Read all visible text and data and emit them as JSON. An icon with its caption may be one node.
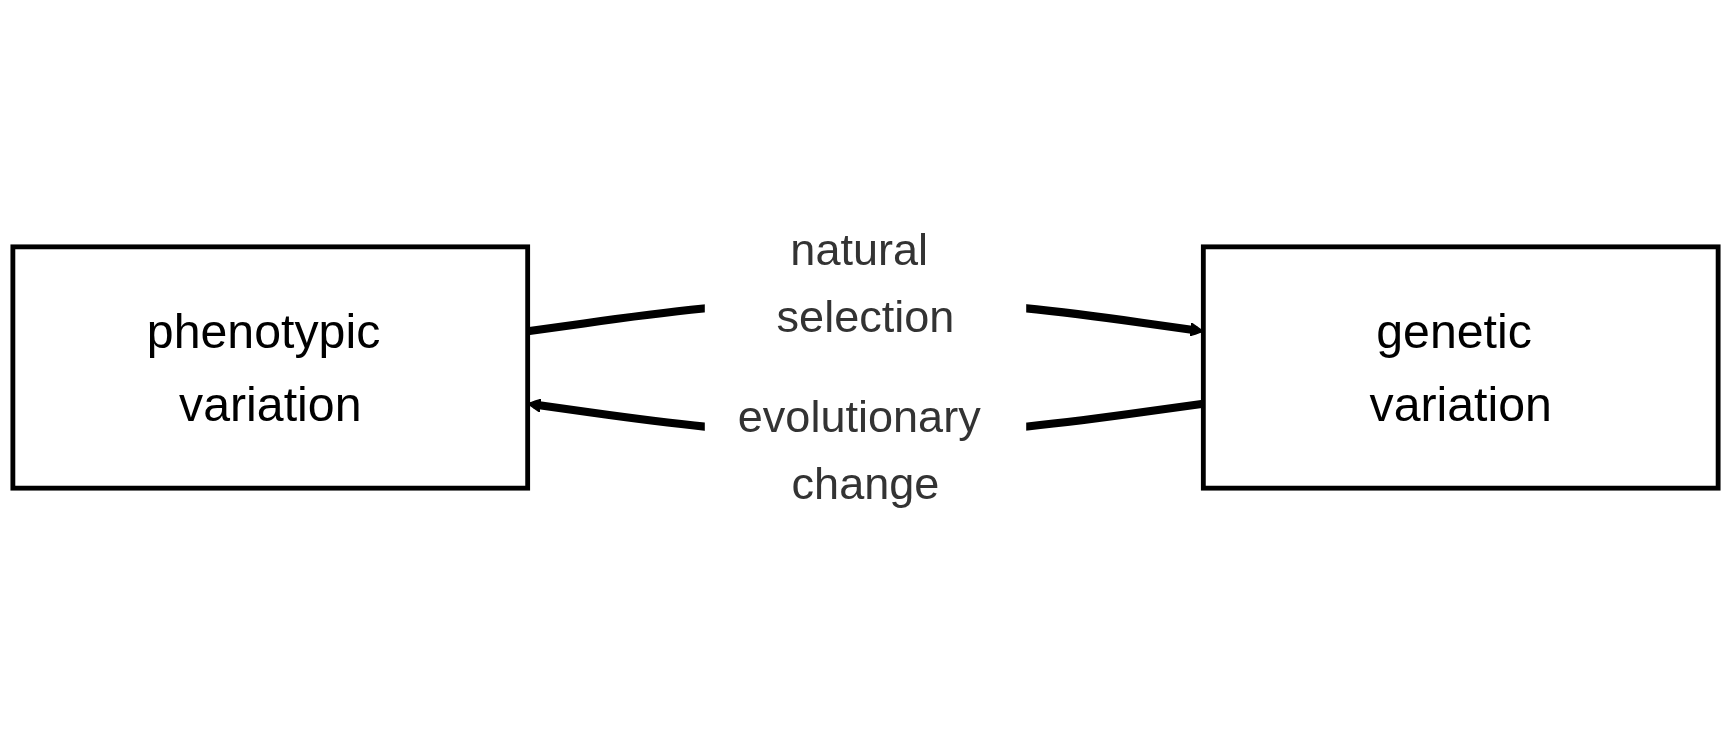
{
  "diagram": {
    "nodes": [
      {
        "text": [
          "phenotypic variation"
        ]
      },
      {
        "text": [
          "genetic variation"
        ]
      }
    ],
    "edges": [
      {
        "from": 0,
        "to": 1,
        "arrow": "to",
        "label": "natural selection"
      },
      {
        "from": 1,
        "to": 0,
        "arrow": "to",
        "label": "evolutionary change"
      }
    ]
  }
}
